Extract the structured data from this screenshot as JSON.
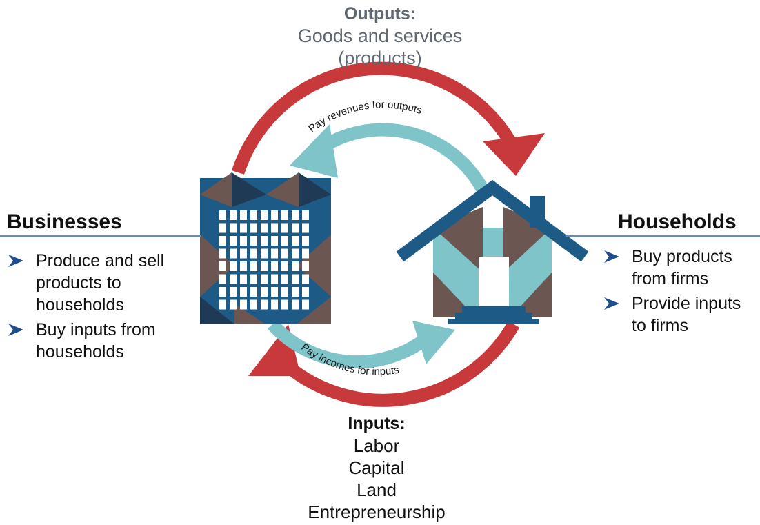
{
  "outputs": {
    "heading": "Outputs:",
    "line1": "Goods and services",
    "line2": "(products)"
  },
  "inputs": {
    "heading": "Inputs:",
    "items": [
      "Labor",
      "Capital",
      "Land",
      "Entrepreneurship"
    ]
  },
  "businesses": {
    "title": "Businesses",
    "bullets": [
      "Produce and sell products to households",
      "Buy inputs from households"
    ]
  },
  "households": {
    "title": "Households",
    "bullets": [
      "Buy products from firms",
      "Provide inputs to firms"
    ]
  },
  "flows": {
    "top_inner": "Pay revenues for outputs",
    "bottom_inner": "Pay incomes for inputs"
  },
  "colors": {
    "outer_arrow": "#c8393b",
    "inner_arrow": "#7fc4c8",
    "navy": "#1d5a86",
    "brown": "#6b5651",
    "dark": "#1e3a55",
    "rule": "#5b8fc8",
    "bullet_arrow": "#1f4e8c"
  },
  "icons": {
    "business": "office-building-icon",
    "household": "house-icon",
    "bullet": "bullet-arrow-icon"
  }
}
